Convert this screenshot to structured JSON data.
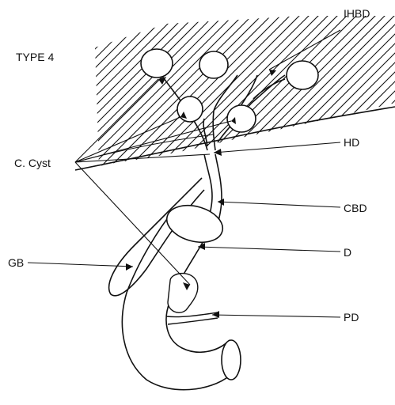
{
  "diagram": {
    "title": "TYPE 4",
    "labels": {
      "ihbd": "IHBD",
      "hd": "HD",
      "c_cyst": "C. Cyst",
      "cbd": "CBD",
      "gb": "GB",
      "d": "D",
      "pd": "PD"
    },
    "colors": {
      "ink": "#111111",
      "background": "#ffffff"
    }
  }
}
